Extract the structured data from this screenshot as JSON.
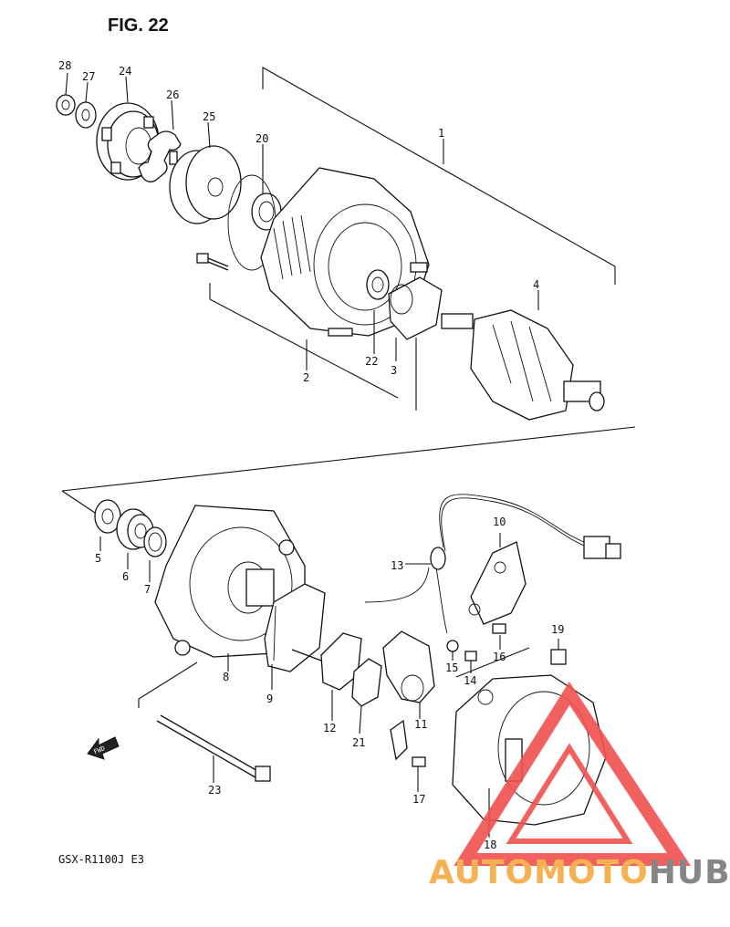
{
  "figure": {
    "title": "FIG. 22",
    "model": "GSX-R1100J E3"
  },
  "callouts": [
    "28",
    "27",
    "24",
    "26",
    "25",
    "20",
    "1",
    "4",
    "2",
    "22",
    "3",
    "5",
    "6",
    "7",
    "10",
    "13",
    "19",
    "8",
    "9",
    "12",
    "21",
    "11",
    "15",
    "14",
    "16",
    "23",
    "17",
    "18"
  ],
  "fwd_label": "FWD",
  "watermark": {
    "text_a": "AUTOMOTO",
    "text_b": "HUB",
    "color_a": "#f4a940",
    "color_b": "#7a7a7a",
    "triangle_color": "#f0514f"
  }
}
